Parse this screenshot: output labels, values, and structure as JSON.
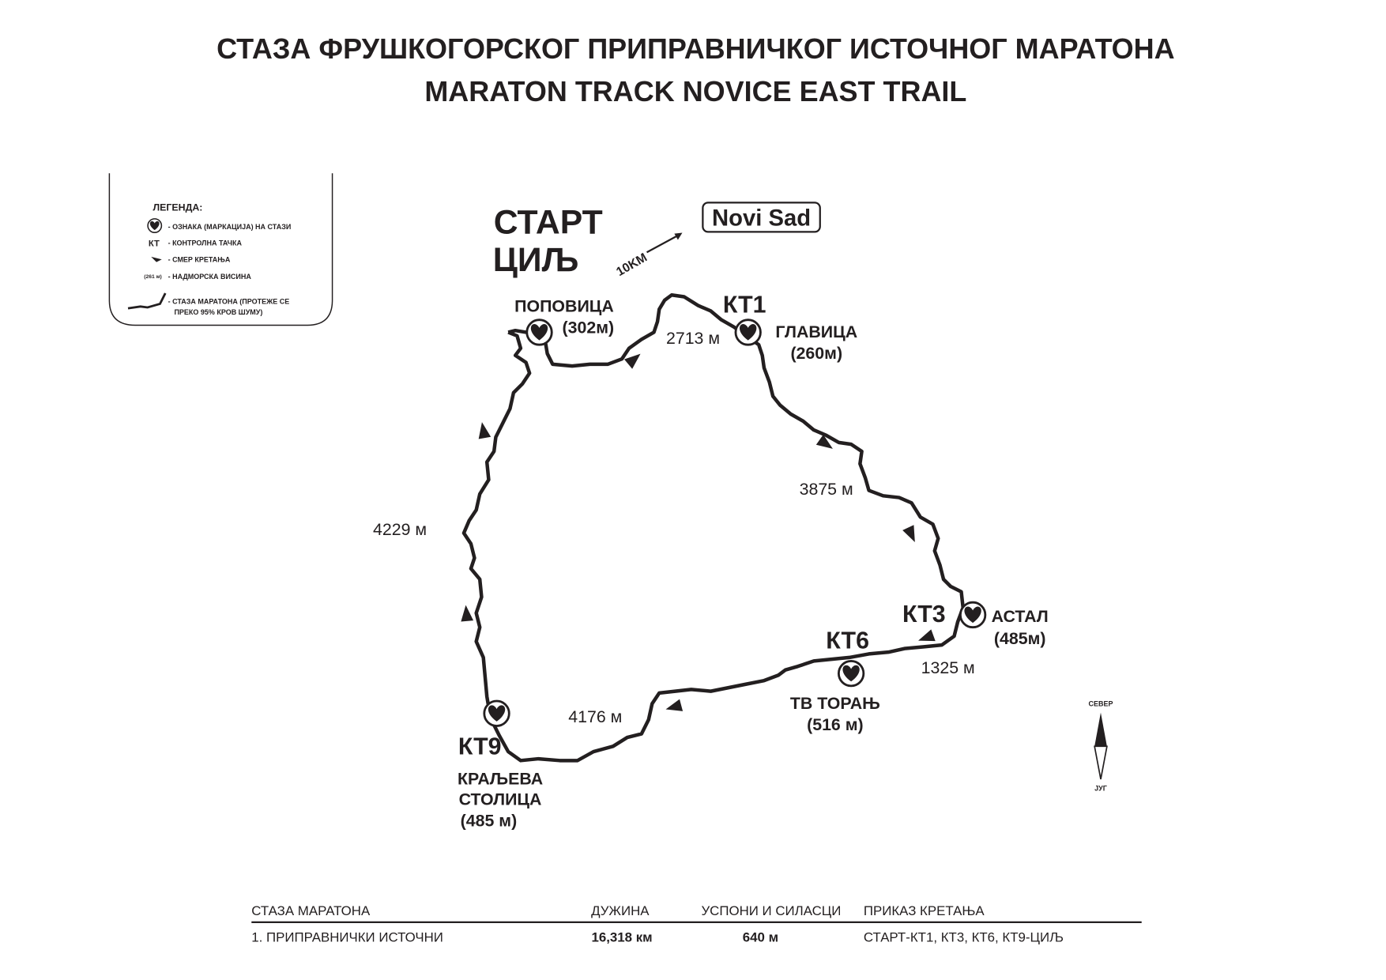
{
  "title": {
    "line1": "СТАЗА ФРУШКОГОРСКОГ ПРИПРАВНИЧКОГ ИСТОЧНОГ МАРАТОНА",
    "line2": "MARATON TRACK NOVICE EAST TRAIL"
  },
  "legend": {
    "heading": "ЛЕГЕНДА:",
    "items": [
      {
        "icon": "heart-marker-icon",
        "label": "- ОЗНАКА (МАРКАЦИЈА) НА СТАЗИ"
      },
      {
        "symbol": "КТ",
        "label": "- КОНТРОЛНА ТАЧКА"
      },
      {
        "icon": "direction-arrow-icon",
        "label": "- СМЕР КРЕТАЊА"
      },
      {
        "symbol": "(261 м)",
        "label": "- НАДМОРСКА ВИСИНА"
      },
      {
        "icon": "trail-line-icon",
        "label": "- СТАЗА МАРАТОНА (ПРОТЕЖЕ СЕ",
        "label2": "ПРЕКО 95% КРОВ ШУМУ)"
      }
    ]
  },
  "map": {
    "start_line1": "СТАРТ",
    "start_line2": "ЦИЉ",
    "direction_label": "10KM",
    "city": "Novi Sad",
    "points": {
      "popovica": {
        "name": "ПОПОВИЦА",
        "elev": "(302м)"
      },
      "kt1": {
        "code": "КТ1",
        "name": "ГЛАВИЦА",
        "elev": "(260м)"
      },
      "kt3": {
        "code": "КТ3",
        "name": "АСТАЛ",
        "elev": "(485м)"
      },
      "kt6": {
        "code": "КТ6",
        "name": "ТВ ТОРАЊ",
        "elev": "(516 м)"
      },
      "kt9": {
        "code": "КТ9",
        "name1": "КРАЉЕВА",
        "name2": "СТОЛИЦА",
        "elev": "(485 м)"
      }
    },
    "distances": {
      "start_kt1": "2713 м",
      "kt1_kt3": "3875 м",
      "kt3_kt6": "1325 м",
      "kt6_kt9": "4176 м",
      "kt9_finish": "4229 м"
    },
    "compass": {
      "north": "СЕВЕР",
      "south": "ЈУГ"
    }
  },
  "table": {
    "headers": [
      "СТАЗА МАРАТОНА",
      "ДУЖИНА",
      "УСПОНИ И СИЛАСЦИ",
      "ПРИКАЗ КРЕТАЊА"
    ],
    "rows": [
      [
        "1. ПРИПРАВНИЧКИ ИСТОЧНИ",
        "16,318 км",
        "640 м",
        "СТАРТ-КТ1, КТ3, КТ6, КТ9-ЦИЉ"
      ]
    ]
  }
}
